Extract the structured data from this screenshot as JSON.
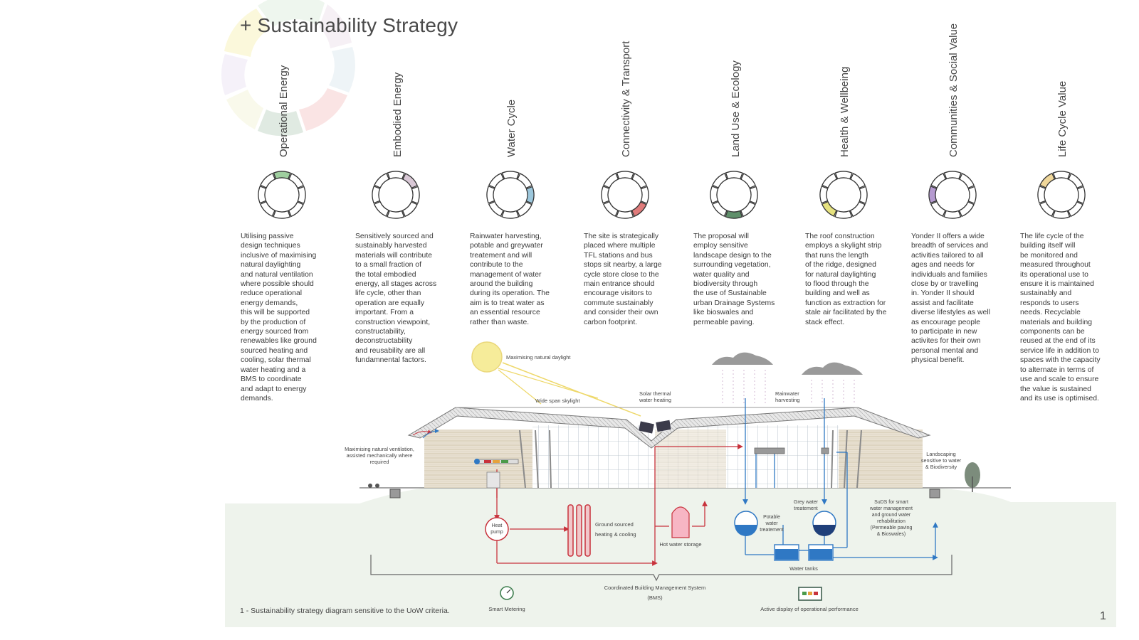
{
  "title": "+ Sustainability Strategy",
  "columns": [
    {
      "title": "Operational Energy",
      "color": "#9fcf9f",
      "lines": [
        "Utilising passive",
        "design techniques",
        "inclusive of maximising",
        "natural daylighting",
        "and natural ventilation",
        "where possible should",
        "reduce operational",
        "energy demands,",
        "this will be supported",
        "by the production of",
        "energy sourced from",
        "renewables like ground",
        "sourced heating and",
        "cooling, solar thermal",
        "water heating and a",
        "BMS to coordinate",
        "and adapt to energy",
        "demands."
      ]
    },
    {
      "title": "Embodied Energy",
      "color": "#d9c8d6",
      "lines": [
        "Sensitively sourced and",
        "sustainably harvested",
        "materials will contribute",
        "to a small fraction of",
        "the total embodied",
        "energy, all stages across",
        "life cycle, other than",
        "operation are equally",
        "important. From a",
        "construction viewpoint,",
        "constructability,",
        "deconstructability",
        "and reusability are all",
        "fundamnental factors."
      ]
    },
    {
      "title": "Water Cycle",
      "color": "#9cc7dc",
      "lines": [
        "Rainwater harvesting,",
        "potable and greywater",
        "treatement and will",
        "contribute to the",
        "management of water",
        "around the building",
        "during its operation. The",
        "aim is to treat water as",
        "an essential resource",
        "rather than waste."
      ]
    },
    {
      "title": "Connectivity & Transport",
      "color": "#e07b7b",
      "lines": [
        "The site is strategically",
        "placed where multiple",
        "TFL stations and bus",
        "stops sit nearby, a large",
        "cycle store close to the",
        "main entrance should",
        "encourage visitors to",
        "commute sustainably",
        "and consider their own",
        "carbon footprint."
      ]
    },
    {
      "title": "Land Use & Ecology",
      "color": "#5f8f6a",
      "lines": [
        "The proposal will",
        "employ sensitive",
        "landscape design to the",
        "surrounding vegetation,",
        "water quality and",
        "biodiversity through",
        "the use of Sustainable",
        "urban Drainage Systems",
        "like bioswales and",
        "permeable paving."
      ]
    },
    {
      "title": "Health & Wellbeing",
      "color": "#e6e27f",
      "lines": [
        "The roof construction",
        "employs a skylight strip",
        "that runs the length",
        "of the ridge, designed",
        "for natural daylighting",
        "to flood through the",
        "building and well as",
        "function as extraction for",
        "stale air facilitated by the",
        "stack effect."
      ]
    },
    {
      "title": "Communities & Social Value",
      "color": "#b59ad0",
      "lines": [
        "Yonder II offers a wide",
        "breadth of services and",
        "activities tailored to all",
        "ages and needs for",
        "individuals and families",
        "close by or travelling",
        "in. Yonder II should",
        "assist and facilitate",
        "diverse lifestyles as well",
        "as encourage people",
        "to participate in new",
        "activites for their own",
        "personal mental and",
        "physical benefit."
      ]
    },
    {
      "title": "Life Cycle Value",
      "color": "#f0d79a",
      "lines": [
        "The life cycle of the",
        "building itself will",
        "be monitored and",
        "measured throughout",
        "its operational use to",
        "ensure it is maintained",
        "sustainably and",
        "responds to users",
        "needs. Recyclable",
        "materials and building",
        "components can be",
        "reused at the end of its",
        "service life in addition to",
        "spaces with the capacity",
        "to alternate in terms of",
        "use and scale to ensure",
        "the value is sustained",
        "and its use is optimised."
      ]
    }
  ],
  "diagram": {
    "daylight": "Maximising natural daylight",
    "skylight": "Wide span skylight",
    "solar1": "Solar thermal",
    "solar2": "water heating",
    "rain1": "Rainwater",
    "rain2": "harvesting",
    "vent1": "Maximising natural ventilation,",
    "vent2": "assisted mechanically where",
    "vent3": "required",
    "land1": "Landscaping",
    "land2": "sensitive to water",
    "land3": "& Biodiversity",
    "heat1": "Heat",
    "heat2": "pump",
    "ground1": "Ground sourced",
    "ground2": "heating & cooling",
    "hotwater": "Hot water storage",
    "potable1": "Potable",
    "potable2": "water",
    "potable3": "treatement",
    "grey1": "Grey water",
    "grey2": "treatement",
    "suds1": "SuDS for smart",
    "suds2": "water management",
    "suds3": "and ground water",
    "suds4": "rehabilitation",
    "suds5": "(Permeable paving",
    "suds6": "& Bioswales)",
    "tanks": "Water tanks",
    "bms1": "Coordinated Building Management System",
    "bms2": "(BMS)",
    "metering": "Smart Metering",
    "display": "Active display of operational performance"
  },
  "caption": "1 - Sustainability strategy diagram sensitive to the UoW criteria.",
  "page_number": "1",
  "colors": {
    "heating": "#c8323c",
    "water": "#2f78c4",
    "sun": "#f6ec9a",
    "cloud": "#9a9a9a",
    "ground": "#eef3ec"
  }
}
